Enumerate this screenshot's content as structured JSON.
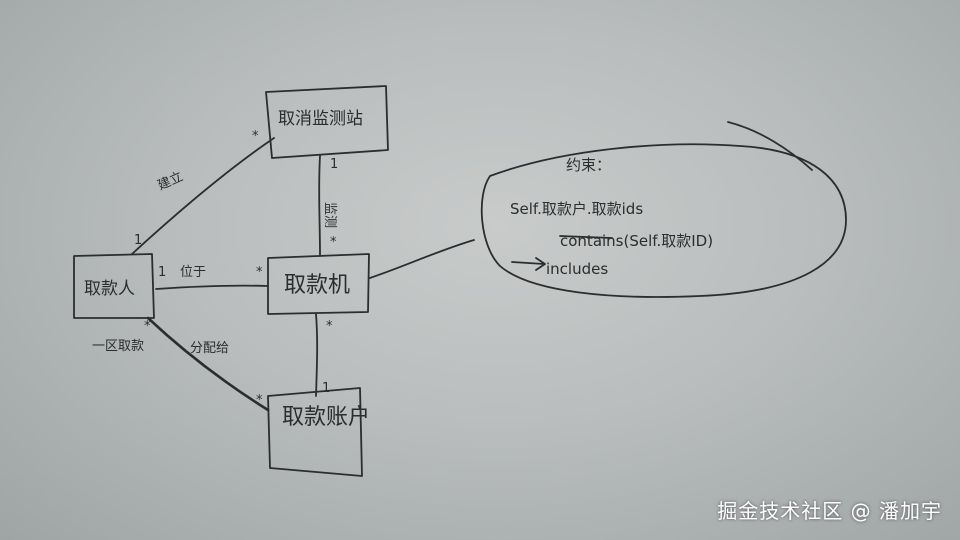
{
  "boxes": {
    "monitor_station": "取消监测站",
    "atm": "取款机",
    "account": "取款账户",
    "customer": "取款人"
  },
  "associations": {
    "built": "建立",
    "monitor": "监测",
    "located_at": "位于",
    "assigned_to": "分配给",
    "customer_ids": "一区取款"
  },
  "multiplicities": {
    "customer_top": "1",
    "station_left": "*",
    "station_bottom": "1",
    "atm_top": "*",
    "customer_right": "1",
    "atm_left": "*",
    "atm_bottom": "*",
    "account_top": "1",
    "customer_bottom": "*",
    "account_left": "*"
  },
  "note": {
    "title": "约束：",
    "line1": "Self.取款户.取款ids",
    "line2": "contains(Self.取款ID)",
    "line3": "includes"
  },
  "watermark": "掘金技术社区 @ 潘加宇"
}
